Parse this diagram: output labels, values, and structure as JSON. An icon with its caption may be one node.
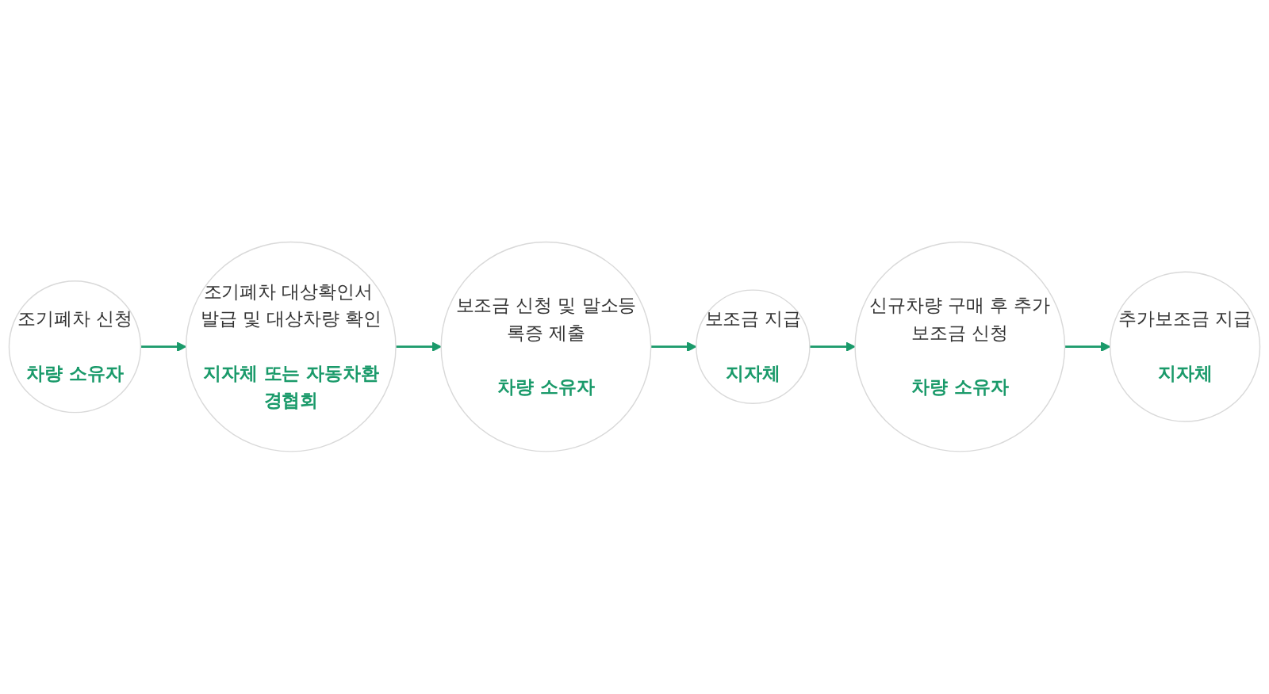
{
  "diagram": {
    "nodes": [
      {
        "text": [
          "조기폐차 신청",
          "차량 소유자"
        ]
      },
      {
        "text": [
          "조기폐차 대상확인서 발급 및 대상차량 확인",
          "지자체 또는 자동차환경협회"
        ]
      },
      {
        "text": [
          "보조금 신청 및 말소등록증 제출",
          "차량 소유자"
        ]
      },
      {
        "text": [
          "보조금 지급",
          "지자체"
        ]
      },
      {
        "text": [
          "신규차량 구매 후 추가보조금 신청",
          "차량 소유자"
        ]
      },
      {
        "text": [
          "추가보조금 지급",
          "지자체"
        ]
      }
    ],
    "edges": [
      {
        "from": 0,
        "to": 1,
        "arrow": "to"
      },
      {
        "from": 1,
        "to": 2,
        "arrow": "to"
      },
      {
        "from": 2,
        "to": 3,
        "arrow": "to"
      },
      {
        "from": 3,
        "to": 4,
        "arrow": "to"
      },
      {
        "from": 4,
        "to": 5,
        "arrow": "to"
      }
    ]
  }
}
